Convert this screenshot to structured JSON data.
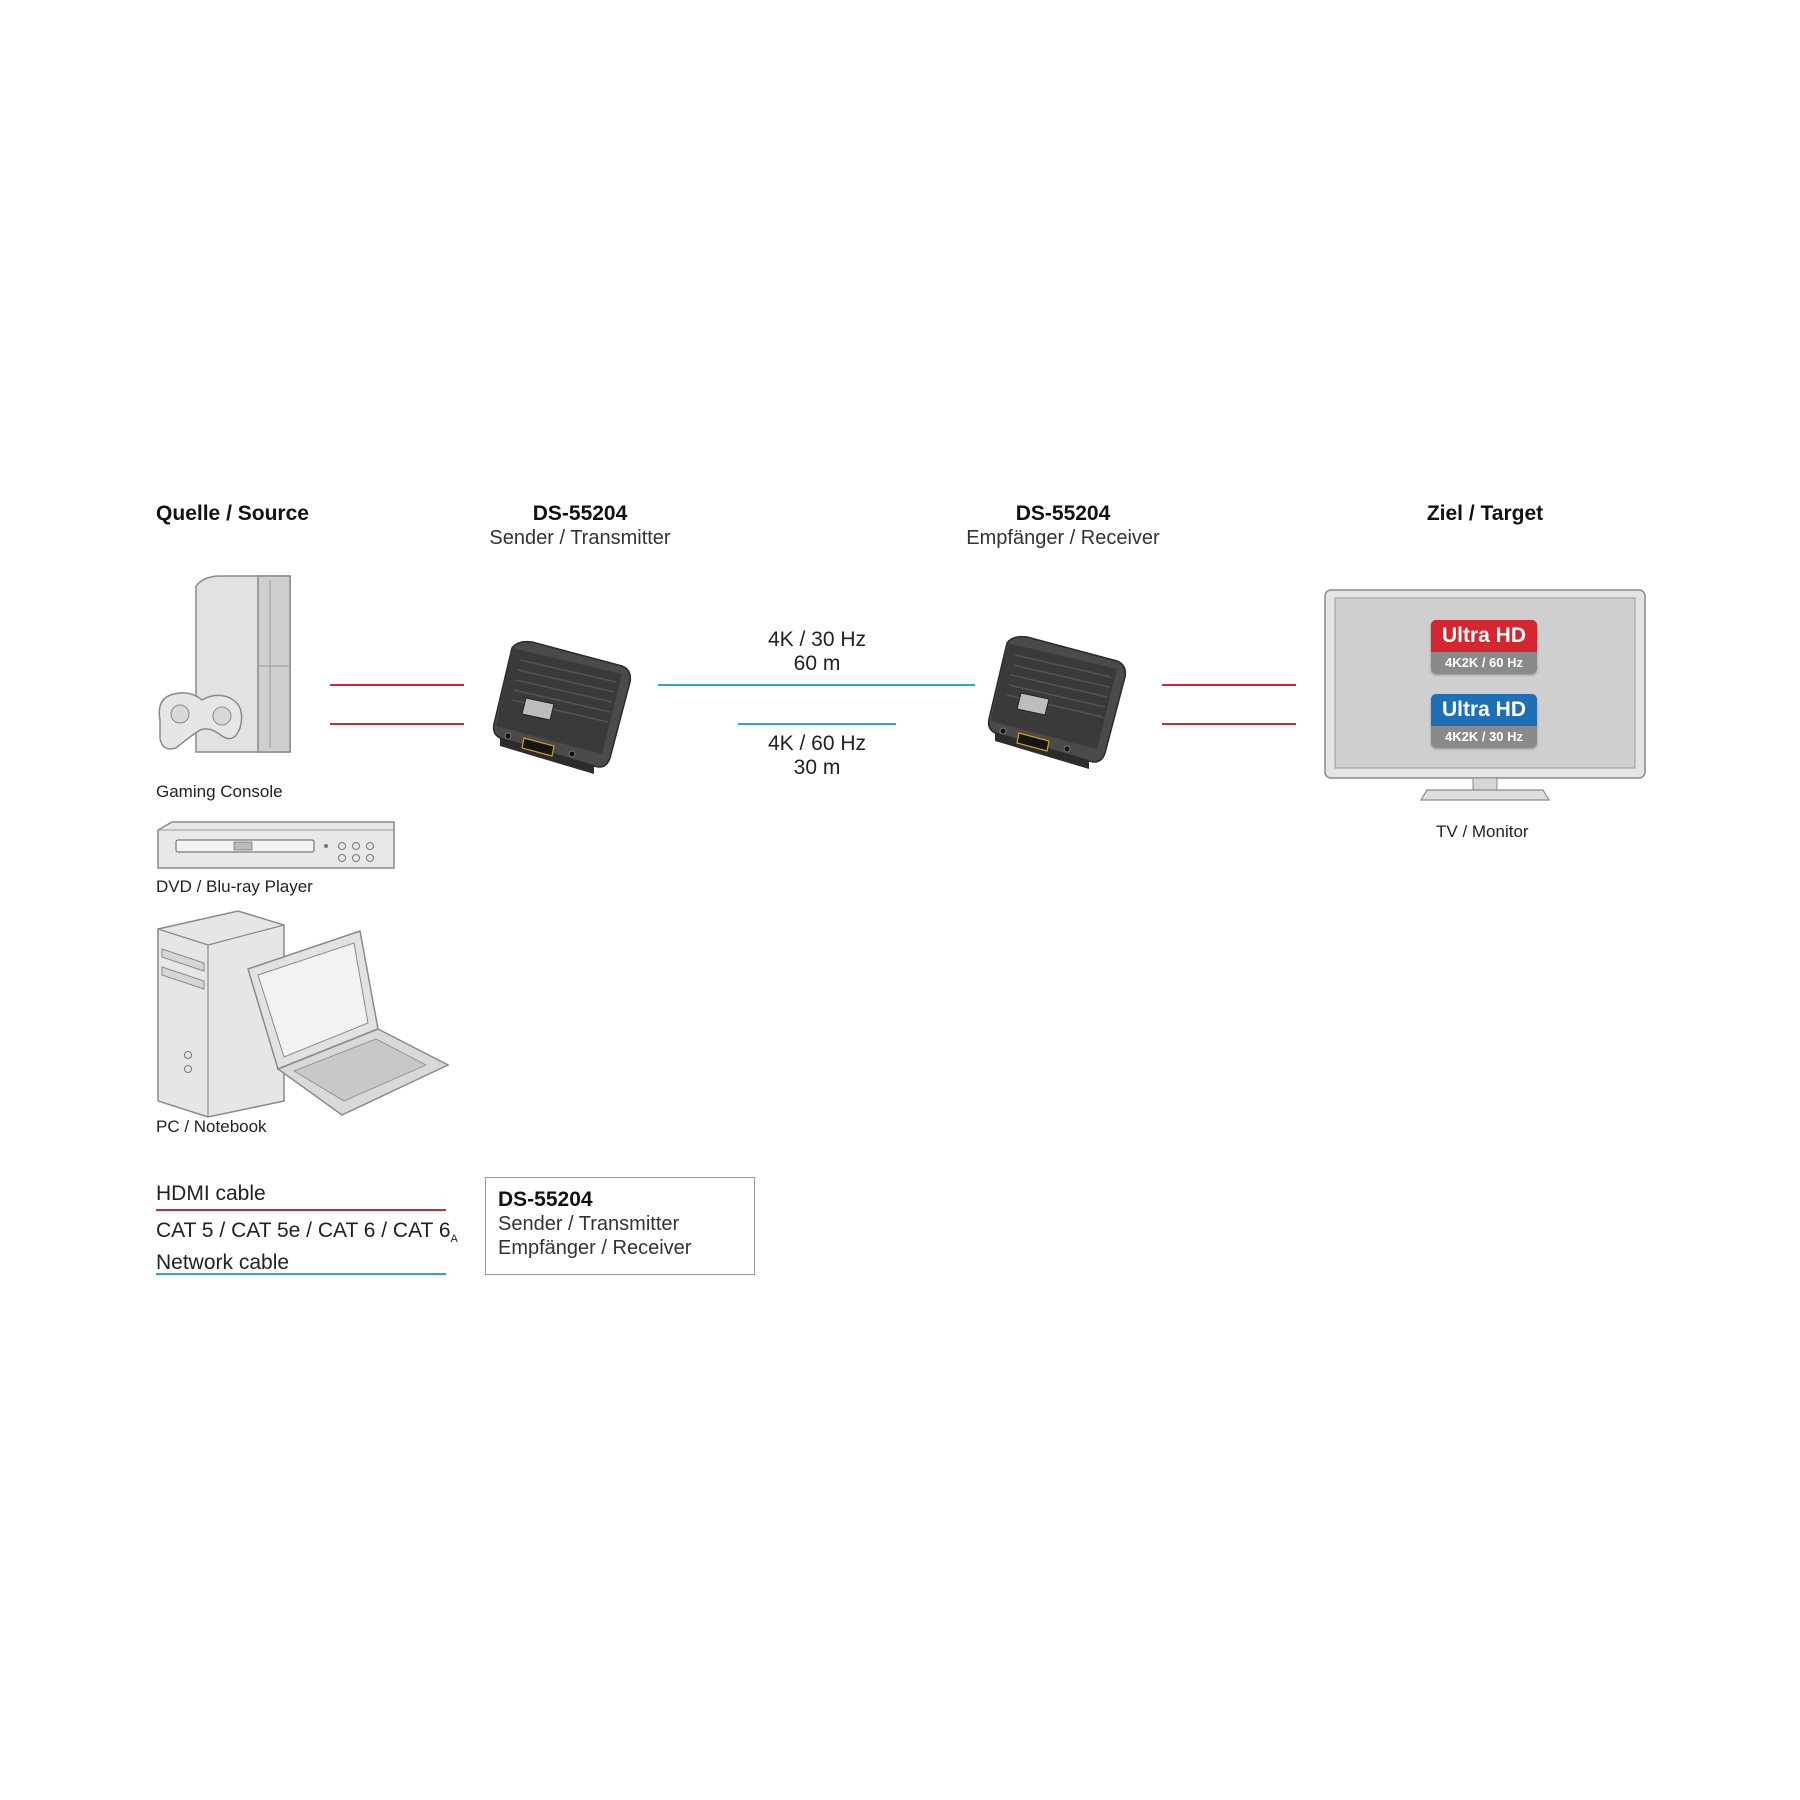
{
  "headers": {
    "source": {
      "title": "Quelle / Source"
    },
    "transmitter": {
      "title": "DS-55204",
      "subtitle": "Sender / Transmitter"
    },
    "receiver": {
      "title": "DS-55204",
      "subtitle": "Empfänger / Receiver"
    },
    "target": {
      "title": "Ziel / Target"
    }
  },
  "devices": {
    "gaming_console": "Gaming Console",
    "dvd_player": "DVD / Blu-ray Player",
    "pc_notebook": "PC / Notebook",
    "tv_monitor": "TV / Monitor"
  },
  "specs": {
    "upper": {
      "line1": "4K / 30 Hz",
      "line2": "60 m"
    },
    "lower": {
      "line1": "4K / 60 Hz",
      "line2": "30 m"
    }
  },
  "tv_badges": [
    {
      "title": "Ultra HD",
      "sub": "4K2K / 60 Hz",
      "color": "#d4262e"
    },
    {
      "title": "Ultra HD",
      "sub": "4K2K / 30 Hz",
      "color": "#1f6fb8"
    }
  ],
  "legend": {
    "hdmi": "HDMI cable",
    "cat_main": "CAT 5 / CAT 5e / CAT 6 / CAT 6",
    "cat_sub": "A",
    "cat_line2": "Network cable",
    "hdmi_color": "#d4262e",
    "network_color": "#2aa5d6"
  },
  "infobox": {
    "title": "DS-55204",
    "line1": "Sender / Transmitter",
    "line2": "Empfänger / Receiver"
  }
}
